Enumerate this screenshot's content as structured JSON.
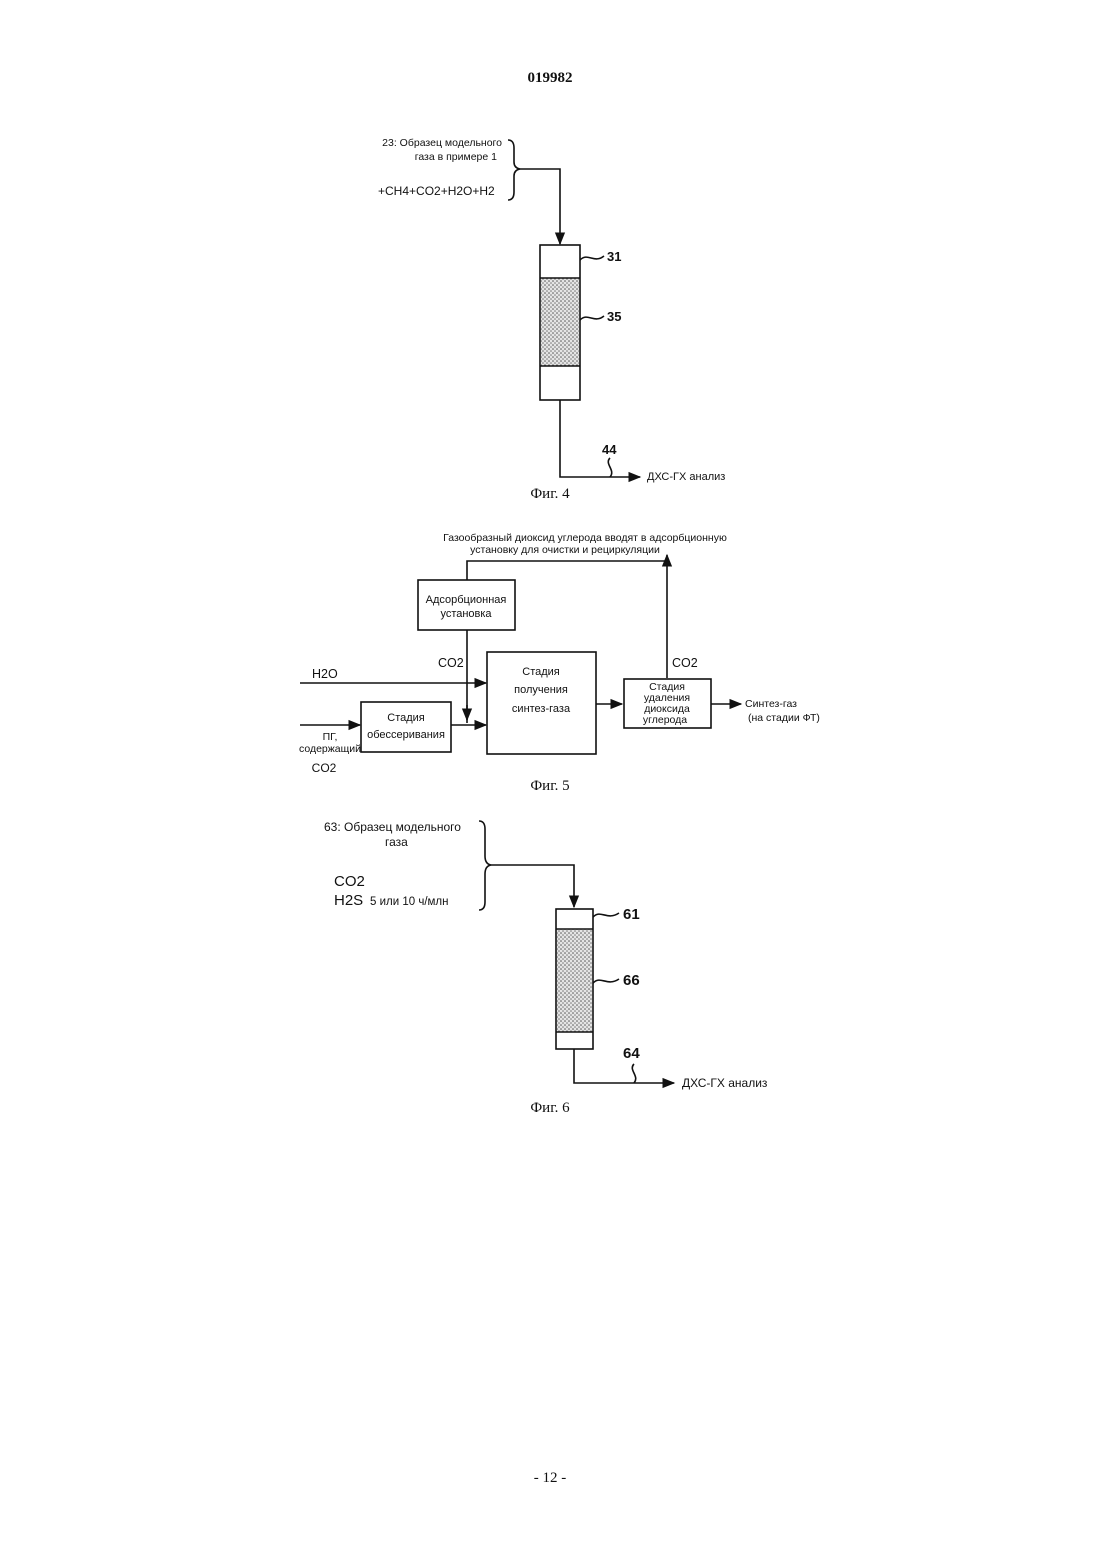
{
  "page": {
    "doc_number": "019982",
    "page_number": "- 12 -"
  },
  "fig4": {
    "caption": "Фиг. 4",
    "sample_line1": "23: Образец модельного",
    "sample_line2": "газа в примере 1",
    "gas_mixture": "+CH4+CO2+H2O+H2",
    "label_31": "31",
    "label_35": "35",
    "label_44": "44",
    "output": "ДХС-ГХ анализ"
  },
  "fig5": {
    "caption": "Фиг. 5",
    "top_note_line1": "Газообразный диоксид углерода вводят в адсорбционную",
    "top_note_line2": "установку для очистки и рециркуляции",
    "adsorption_line1": "Адсорбционная",
    "adsorption_line2": "установка",
    "h2o": "H2O",
    "co2_left": "CO2",
    "co2_right": "CO2",
    "syngas_line1": "Стадия",
    "syngas_line2": "получения",
    "syngas_line3": "синтез-газа",
    "desulf_line1": "Стадия",
    "desulf_line2": "обессеривания",
    "removal_line1": "Стадия",
    "removal_line2": "удаления",
    "removal_line3": "диоксида",
    "removal_line4": "углерода",
    "output_line1": "Синтез-газ",
    "output_line2": "(на стадии ФТ)",
    "feed_line1": "ПГ,",
    "feed_line2": "содержащий",
    "feed_line3": "CO2"
  },
  "fig6": {
    "caption": "Фиг. 6",
    "sample_line1": "63: Образец модельного",
    "sample_line2": "газа",
    "co2": "CO2",
    "h2s": "H2S",
    "concentration": "5 или 10 ч/млн",
    "label_61": "61",
    "label_66": "66",
    "label_64": "64",
    "output": "ДХС-ГХ анализ"
  }
}
